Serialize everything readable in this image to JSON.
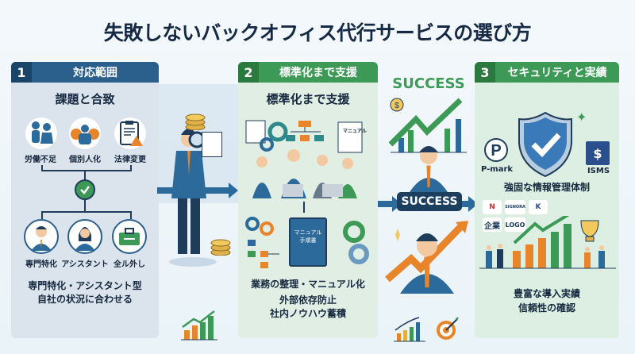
{
  "title": "失敗しないバックオフィス代行サービスの選び方",
  "panels": [
    {
      "number": "1",
      "header": "対応範囲",
      "subtitle": "課題と合致",
      "issues": [
        {
          "label": "労働不足",
          "icon": "people-icon"
        },
        {
          "label": "個別人化",
          "icon": "person-gears-icon"
        },
        {
          "label": "法律変更",
          "icon": "clipboard-warning-icon"
        }
      ],
      "check_icon": "checkmark-icon",
      "options": [
        {
          "label": "専門特化",
          "icon": "specialist-icon"
        },
        {
          "label": "アシスタント",
          "icon": "assistant-icon"
        },
        {
          "label": "全ル外し",
          "icon": "toolbox-icon"
        }
      ],
      "summary_line1": "専門特化・アシスタント型",
      "summary_line2": "自社の状況に合わせる",
      "colors": {
        "header": "#2b5f8c",
        "number_bg": "#1b4469",
        "body": "#dbe4ec"
      }
    },
    {
      "number": "2",
      "header": "標準化まで支援",
      "subtitle": "標準化まで支援",
      "manual_label": "マニュアル",
      "book_label_line1": "マニュアル",
      "book_label_line2": "手順書",
      "summary_title": "業務の整理・マニュアル化",
      "summary_line1": "外部依存防止",
      "summary_line2": "社内ノウハウ蓄積",
      "colors": {
        "header": "#3d9a56",
        "number_bg": "#2a7a40",
        "body": "#e0eee4"
      }
    },
    {
      "number": "3",
      "header": "セキュリティと実績",
      "pmark_label": "P-mark",
      "isms_label": "ISMS",
      "security_caption": "強固な情報管理体制",
      "logos": [
        "N",
        "SIGNORA",
        "K",
        "企業",
        "LOGO"
      ],
      "summary_line1": "豊富な導入実績",
      "summary_line2": "信頼性の確認",
      "colors": {
        "header": "#3d9a56",
        "number_bg": "#2a7a40",
        "body": "#dcefe2"
      }
    }
  ],
  "middle": {
    "success_title": "SUCCESS",
    "success_badge": "SUCCESS",
    "coin_symbol": "$"
  },
  "colors": {
    "navy": "#1c3f60",
    "blue_arrow": "#2b6a9a",
    "green": "#3d9a56",
    "orange": "#e8842a",
    "title": "#172a45"
  }
}
